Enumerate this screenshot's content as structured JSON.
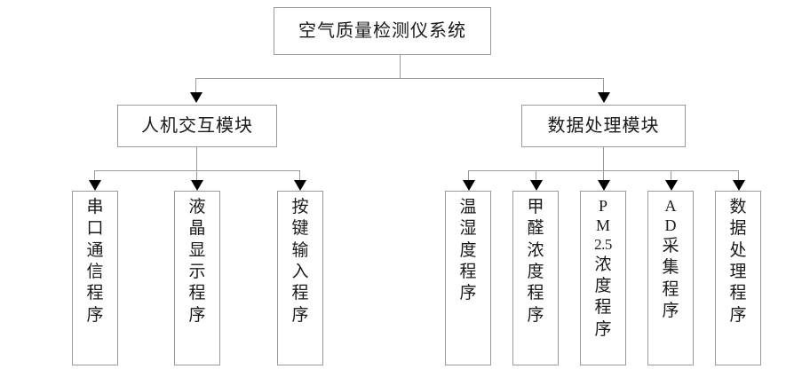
{
  "diagram": {
    "title_text": "空气质量检测仪系统",
    "type": "hierarchy-block-diagram",
    "root": {
      "label": "空气质量检测仪系统"
    },
    "modules": [
      {
        "label": "人机交互模块"
      },
      {
        "label": "数据处理模块"
      }
    ],
    "leaves": {
      "hmi": [
        {
          "label": "串口通信程序",
          "chars": [
            "串",
            "口",
            "通",
            "信",
            "程",
            "序"
          ]
        },
        {
          "label": "液晶显示程序",
          "chars": [
            "液",
            "晶",
            "显",
            "示",
            "程",
            "序"
          ]
        },
        {
          "label": "按键输入程序",
          "chars": [
            "按",
            "键",
            "输",
            "入",
            "程",
            "序"
          ]
        }
      ],
      "data": [
        {
          "label": "温湿度程序",
          "chars": [
            "温",
            "湿",
            "度",
            "程",
            "序"
          ]
        },
        {
          "label": "甲醛浓度程序",
          "chars": [
            "甲",
            "醛",
            "浓",
            "度",
            "程",
            "序"
          ]
        },
        {
          "label": "PM2.5浓度程序",
          "chars": [
            "P",
            "M",
            "2.5",
            "浓",
            "度",
            "程",
            "序"
          ]
        },
        {
          "label": "AD采集程序",
          "chars": [
            "A",
            "D",
            "采",
            "集",
            "程",
            "序"
          ]
        },
        {
          "label": "数据处理程序",
          "chars": [
            "数",
            "据",
            "处",
            "理",
            "程",
            "序"
          ]
        }
      ]
    },
    "colors": {
      "box_border": "#9b9b9b",
      "connector": "#9b9b9b",
      "arrow": "#000000",
      "text": "#1a1a1a",
      "background": "#ffffff"
    }
  }
}
